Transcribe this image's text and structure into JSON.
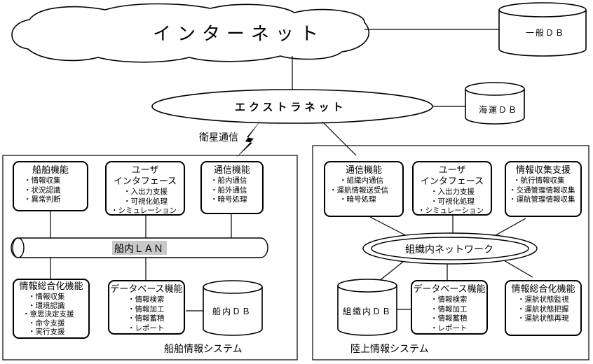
{
  "internet": {
    "label": "インターネット"
  },
  "general_db": {
    "label": "一般ＤＢ"
  },
  "extranet": {
    "label": "エクストラネット"
  },
  "shipping_db": {
    "label": "海運ＤＢ"
  },
  "satellite": {
    "label": "衛星通信"
  },
  "ship_system": {
    "title": "船舶情報システム",
    "lan_label": "船内ＬＡＮ",
    "ship_function": {
      "title": "船舶機能",
      "items": [
        "・情報収集",
        "・状況認識",
        "・異常判断"
      ]
    },
    "user_interface": {
      "title_line1": "ユーザ",
      "title_line2": "インタフェース",
      "items": [
        "・入出力支援",
        "・可視化処理",
        "・シミュレーション"
      ]
    },
    "comm_function": {
      "title": "通信機能",
      "items": [
        "・船内通信",
        "・船外通信",
        "・暗号処理"
      ]
    },
    "info_integration": {
      "title": "情報総合化機能",
      "items": [
        "・情報収集",
        "・環境認識",
        "・意思決定支援",
        "・命令支援",
        "・実行支援"
      ]
    },
    "database_function": {
      "title": "データベース機能",
      "items": [
        "・情報検索",
        "・情報加工",
        "・情報蓄積",
        "・レポート"
      ]
    },
    "onboard_db": {
      "label": "船内ＤＢ"
    }
  },
  "land_system": {
    "title": "陸上情報システム",
    "network_label": "組織内ネットワーク",
    "comm_function": {
      "title": "通信機能",
      "items": [
        "・組織内通信",
        "・運航情報送受信",
        "・暗号処理"
      ]
    },
    "user_interface": {
      "title_line1": "ユーザ",
      "title_line2": "インタフェース",
      "items": [
        "・入出力支援",
        "・可視化処理",
        "・シミュレーション"
      ]
    },
    "info_collection": {
      "title": "情報収集支援",
      "items": [
        "・航行情報収集",
        "・交通管理情報収集",
        "・運航管理情報収集"
      ]
    },
    "org_db": {
      "label": "組織内ＤＢ"
    },
    "database_function": {
      "title": "データベース機能",
      "items": [
        "・情報検索",
        "・情報加工",
        "・情報蓄積",
        "・レポート"
      ]
    },
    "info_integration": {
      "title": "情報総合化機能",
      "items": [
        "・運航状態監視",
        "・運航状態把握",
        "・運航状態再現"
      ]
    }
  }
}
